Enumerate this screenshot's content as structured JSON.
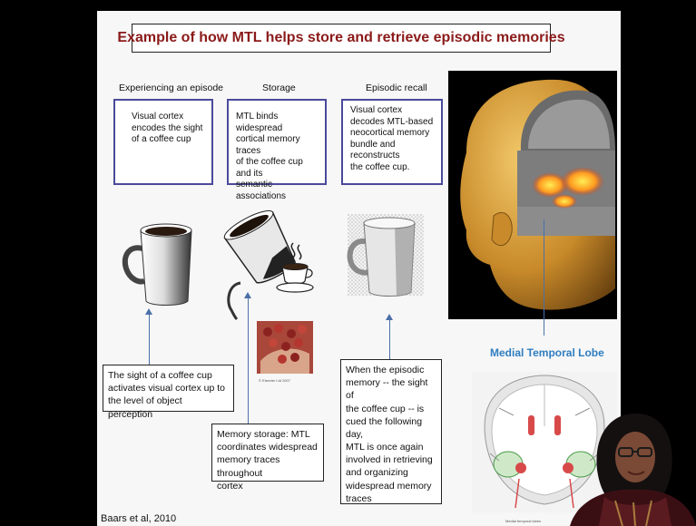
{
  "title": "Example of how MTL helps store and retrieve episodic memories",
  "columns": [
    {
      "heading": "Experiencing an episode",
      "box": [
        "Visual cortex",
        "encodes the sight",
        "of a coffee cup"
      ]
    },
    {
      "heading": "Storage",
      "box": [
        "MTL binds widespread",
        "cortical memory traces",
        "of the coffee cup and its",
        "semantic associations"
      ]
    },
    {
      "heading": "Episodic recall",
      "box": [
        "Visual cortex",
        "decodes MTL-based",
        "neocortical memory",
        "bundle and reconstructs",
        "the coffee cup."
      ]
    }
  ],
  "notes": {
    "perception": [
      "The sight of a coffee cup",
      "activates visual cortex up to",
      "the level of object perception"
    ],
    "storage": [
      "Memory storage: MTL",
      "coordinates widespread",
      "memory traces throughout",
      "cortex"
    ],
    "recall": [
      "When the episodic",
      "memory -- the sight of",
      "the coffee cup -- is",
      "cued the following day,",
      "MTL is once again",
      "involved in retrieving",
      "and organizing",
      "widespread memory",
      "traces"
    ]
  },
  "mtl_label": "Medial Temporal Lobe",
  "photo_caption": "© Elsevier Ltd 2007",
  "brain_caption": "Medial temporal lobes",
  "citation": "Baars et al, 2010",
  "colors": {
    "title": "#8b1a1a",
    "box_border": "#4a4a9a",
    "mtl_label": "#2f7dc0",
    "arrow": "#4b6fa8"
  }
}
